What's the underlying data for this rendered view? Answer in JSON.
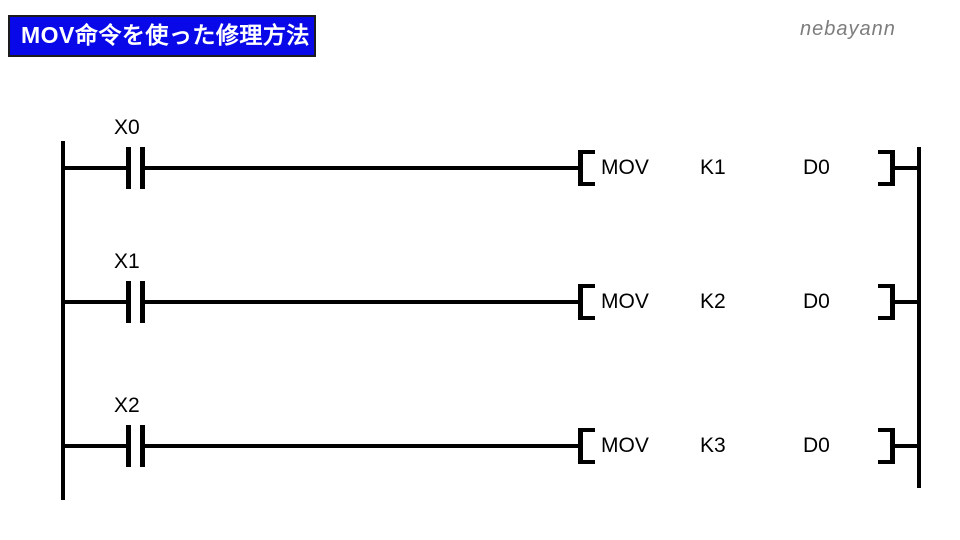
{
  "title": "MOV命令を使った修理方法",
  "watermark": "nebayann",
  "colors": {
    "title_bg": "#0808e8",
    "title_text": "#ffffff",
    "line": "#000000",
    "watermark": "#7d7d7d",
    "page_bg": "#ffffff"
  },
  "diagram": {
    "type": "ladder-logic",
    "rungs": [
      {
        "contact": "X0",
        "instruction": "MOV",
        "source": "K1",
        "destination": "D0"
      },
      {
        "contact": "X1",
        "instruction": "MOV",
        "source": "K2",
        "destination": "D0"
      },
      {
        "contact": "X2",
        "instruction": "MOV",
        "source": "K3",
        "destination": "D0"
      }
    ]
  }
}
